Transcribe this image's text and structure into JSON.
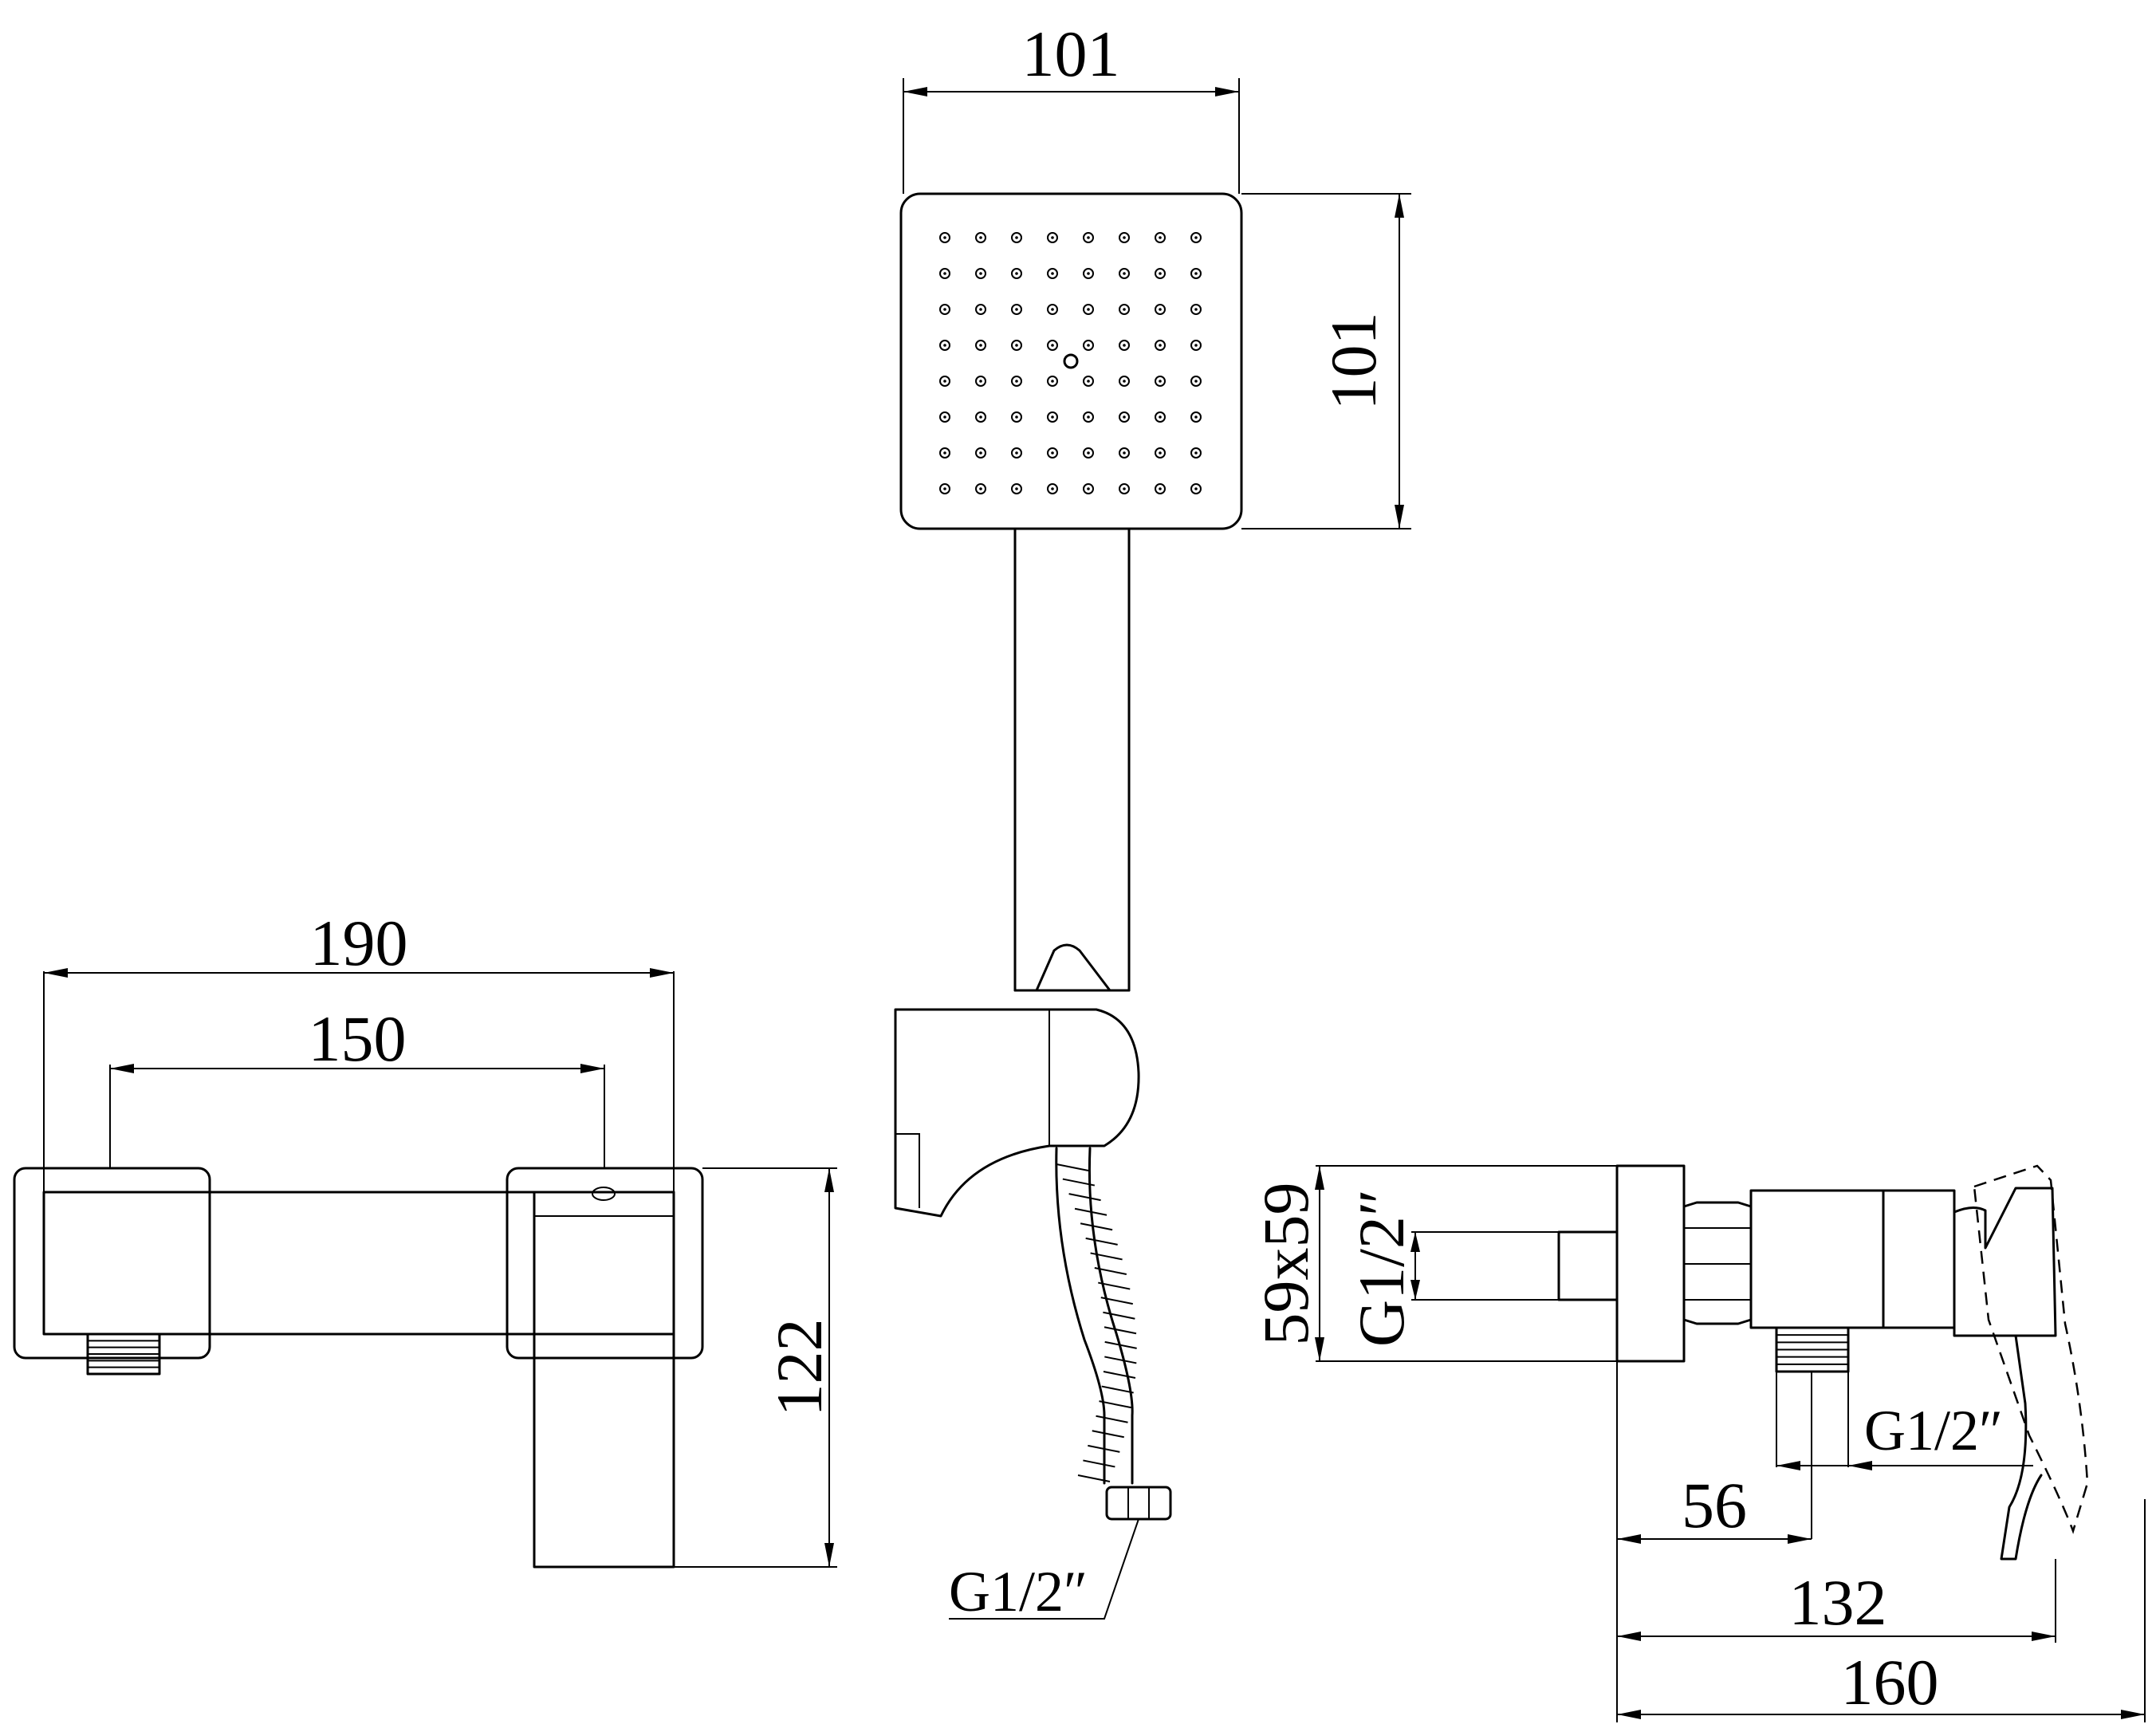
{
  "dimensions": {
    "head_width": "101",
    "head_height": "101",
    "mixer_total_width": "190",
    "mixer_center_distance": "150",
    "mixer_height": "122",
    "hose_thread": "G1/2″",
    "wall_plate_size": "59x59",
    "wall_plate_thread": "G1/2″",
    "outlet_thread": "G1/2″",
    "outlet_offset": "56",
    "body_depth": "132",
    "total_depth": "160"
  }
}
